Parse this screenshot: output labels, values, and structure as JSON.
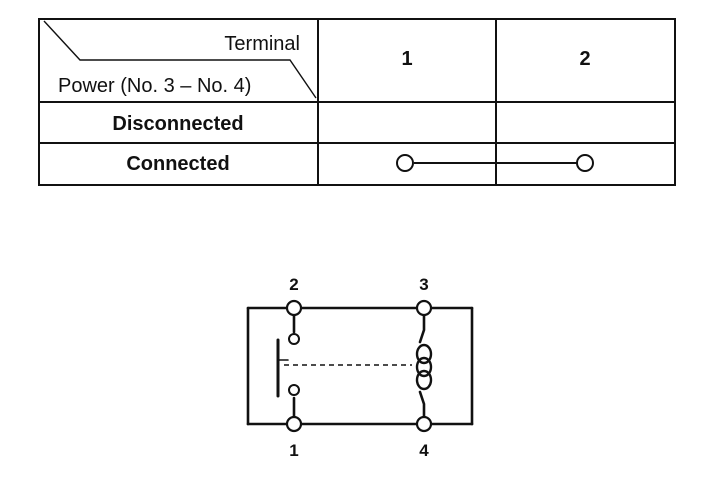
{
  "table": {
    "corner_top_label": "Terminal",
    "corner_bottom_label": "Power (No. 3 – No. 4)",
    "terminal_headers": [
      "1",
      "2"
    ],
    "rows": [
      {
        "condition": "Disconnected",
        "continuity": false
      },
      {
        "condition": "Connected",
        "continuity": true
      }
    ]
  },
  "relay": {
    "terminals": {
      "top_left": "2",
      "top_right": "3",
      "bottom_left": "1",
      "bottom_right": "4"
    }
  }
}
